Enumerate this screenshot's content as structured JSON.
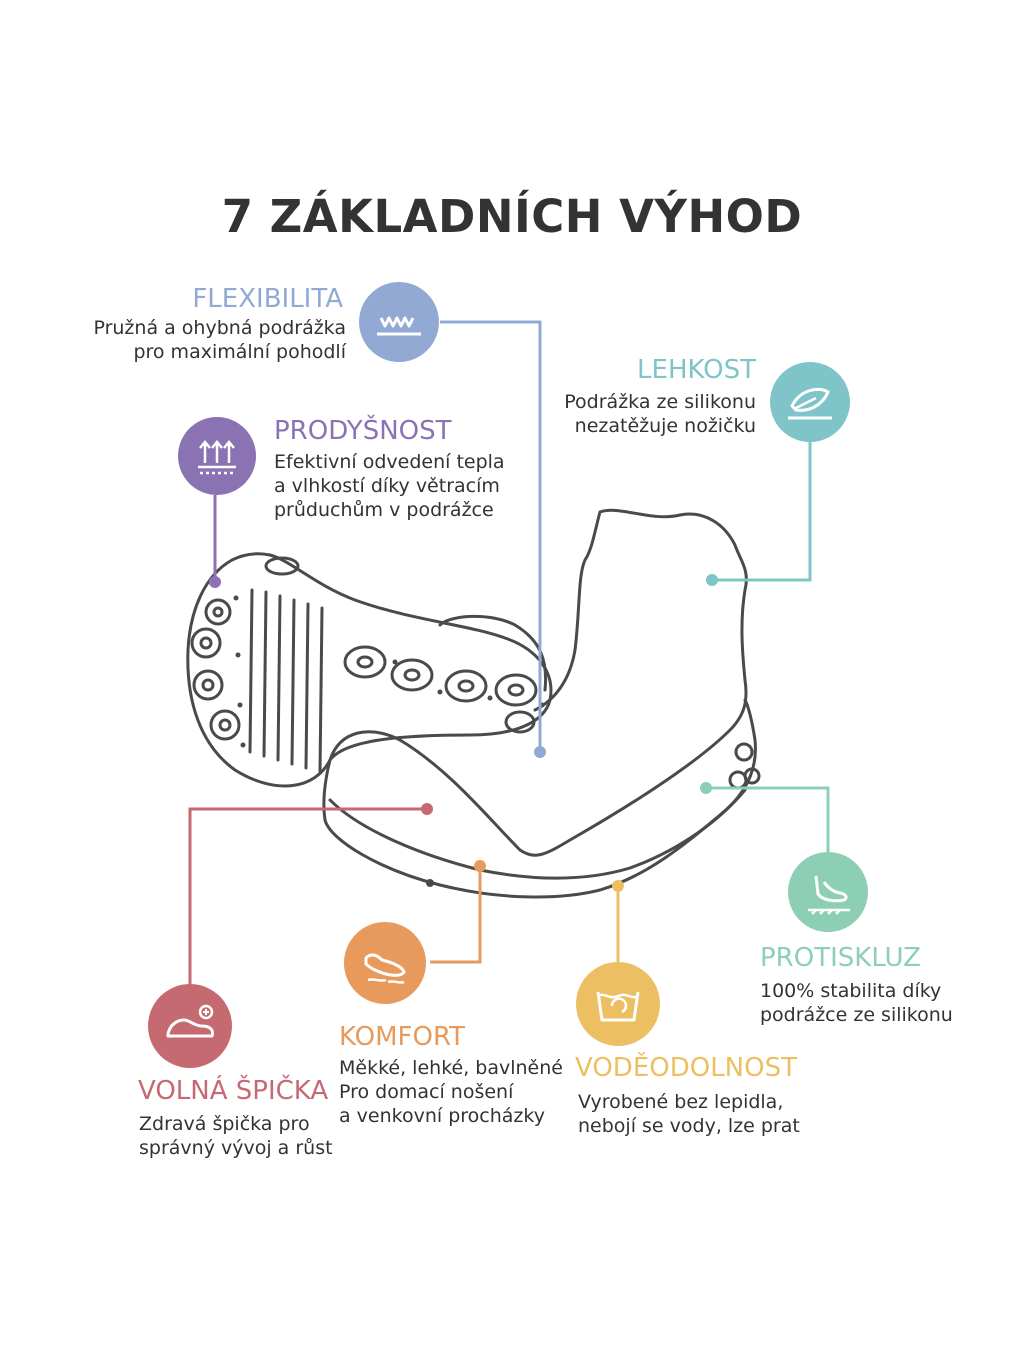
{
  "title": "7 ZÁKLADNÍCH VÝHOD",
  "colors": {
    "flexibilita": "#92a9d4",
    "lehkost": "#7fc4c8",
    "prodysnost": "#8b72b2",
    "protiskluz": "#8ccfb4",
    "volna_spicka": "#c66a72",
    "komfort": "#e79a5c",
    "vodeodolnost": "#ecc062",
    "outline": "#4a4a4a"
  },
  "features": {
    "flexibilita": {
      "title": "FLEXIBILITA",
      "desc": [
        "Pružná a ohybná podrážka",
        "pro maximální pohodlí"
      ],
      "icon": "wave-spring-icon"
    },
    "lehkost": {
      "title": "LEHKOST",
      "desc": [
        "Podrážka ze silikonu",
        "nezatěžuje nožičku"
      ],
      "icon": "feather-icon"
    },
    "prodysnost": {
      "title": "PRODYŠNOST",
      "desc": [
        "Efektivní odvedení tepla",
        "a vlhkostí díky větracím",
        "průduchům v podrážce"
      ],
      "icon": "airflow-arrows-icon"
    },
    "protiskluz": {
      "title": "PROTISKLUZ",
      "desc": [
        "100% stabilita díky",
        "podrážce ze silikonu"
      ],
      "icon": "foot-grip-icon"
    },
    "volna_spicka": {
      "title": "VOLNÁ ŠPIČKA",
      "desc": [
        "Zdravá špička pro",
        "správný vývoj a růst"
      ],
      "icon": "toe-room-icon"
    },
    "komfort": {
      "title": "KOMFORT",
      "desc": [
        "Měkké, lehké, bavlněné",
        "Pro domací nošení",
        "a venkovní procházky"
      ],
      "icon": "soft-shoe-icon"
    },
    "vodeodolnost": {
      "title": "VODĚODOLNOST",
      "desc": [
        "Vyrobené bez lepidla,",
        "nebojí se vody, lze prat"
      ],
      "icon": "washing-icon"
    }
  }
}
